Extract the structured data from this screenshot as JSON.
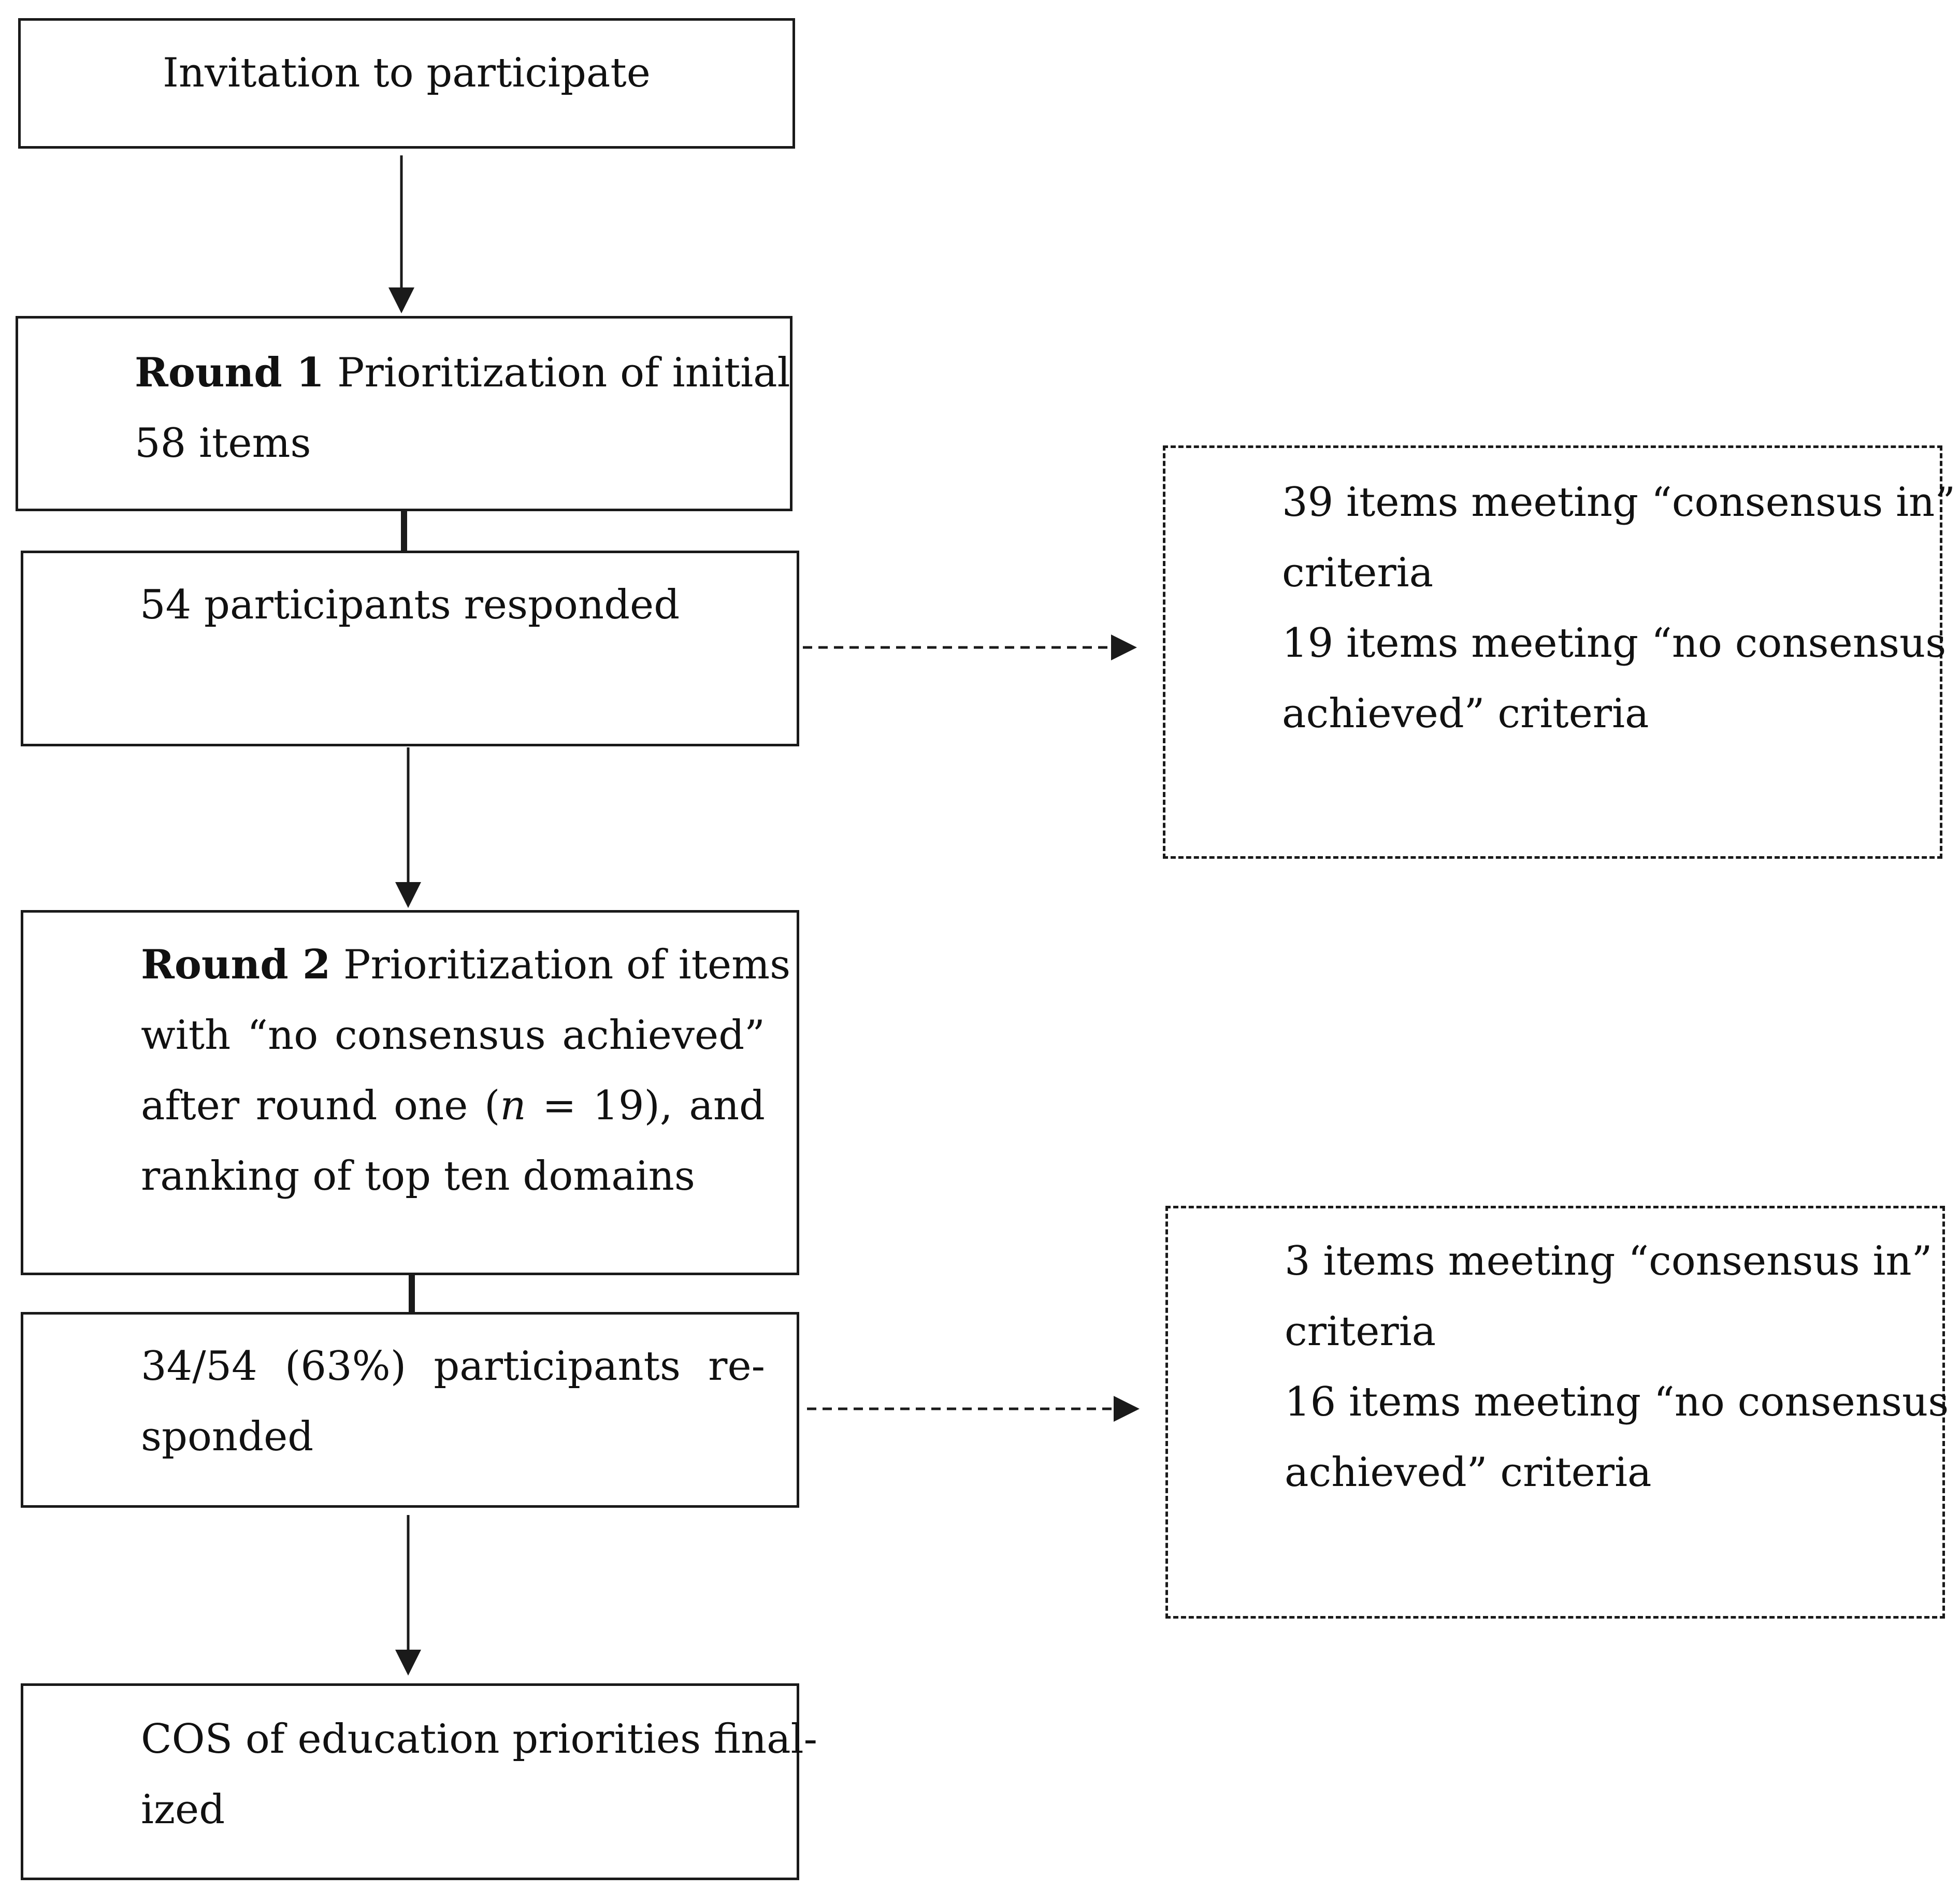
{
  "diagram": {
    "invitation": {
      "text": "Invitation to participate"
    },
    "round1": {
      "bold": "Round 1",
      "line1_rest": "Prioritization of initial",
      "line2": "58 items"
    },
    "round1_response": {
      "text": "54 participants responded"
    },
    "round1_outcome": {
      "line1": "39 items meeting “consensus in”",
      "line2": "criteria",
      "line3": "19 items meeting “no consensus",
      "line4": "achieved” criteria"
    },
    "round2": {
      "bold": "Round 2",
      "line1_rest": "Prioritization of items",
      "line2": "with “no consensus achieved”",
      "line3_pre": "after round one (",
      "line3_italic": "n",
      "line3_post": " = 19), and",
      "line4": "ranking of top ten domains"
    },
    "round2_response": {
      "line1": "34/54 (63%) participants re-",
      "line2": "sponded"
    },
    "round2_outcome": {
      "line1": "3 items meeting “consensus in”",
      "line2": "criteria",
      "line3": "16 items meeting “no consensus",
      "line4": "achieved” criteria"
    },
    "final": {
      "line1": "COS of education priorities final-",
      "line2": "ized"
    }
  }
}
